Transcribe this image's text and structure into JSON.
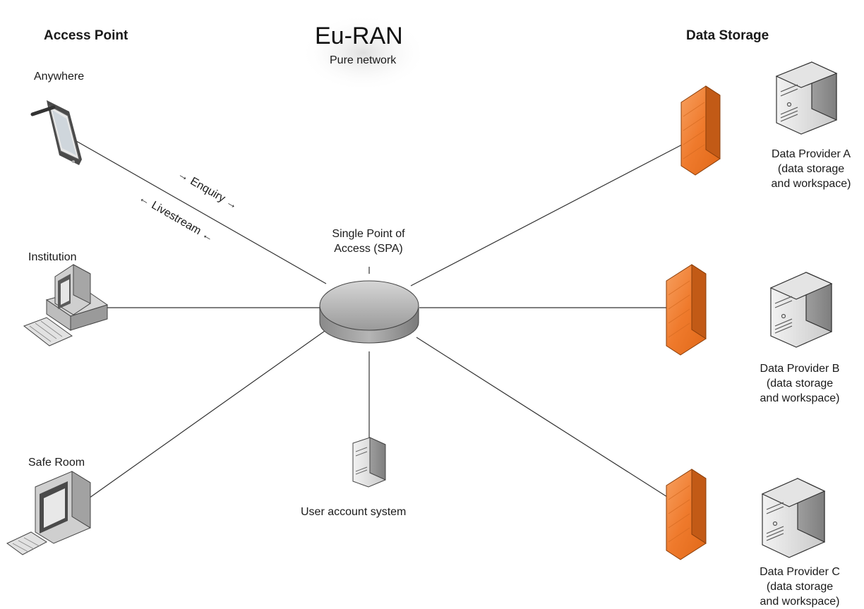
{
  "title": "Eu-RAN",
  "subtitle": "Pure network",
  "headings": {
    "access": "Access Point",
    "storage": "Data Storage"
  },
  "hub": {
    "line1": "Single Point of",
    "line2": "Access (SPA)"
  },
  "access_points": [
    {
      "label": "Anywhere",
      "icon": "tablet-icon"
    },
    {
      "label": "Institution",
      "icon": "desktop-computer-icon"
    },
    {
      "label": "Safe Room",
      "icon": "monitor-icon"
    }
  ],
  "flows": {
    "enquiry": "→ Enquiry →",
    "livestream": "← Livestream ←"
  },
  "user_account": {
    "label": "User account system",
    "icon": "server-icon"
  },
  "providers": [
    {
      "line1": "Data Provider A",
      "line2": "(data storage",
      "line3": "and workspace)"
    },
    {
      "line1": "Data Provider B",
      "line2": "(data storage",
      "line3": "and workspace)"
    },
    {
      "line1": "Data Provider C",
      "line2": "(data storage",
      "line3": "and workspace)"
    }
  ],
  "colors": {
    "firewall": "#f07a2a",
    "firewall_dark": "#c85a12",
    "hub_top": "#b9b9b9",
    "hub_side": "#8e8e8e",
    "line": "#333333"
  }
}
